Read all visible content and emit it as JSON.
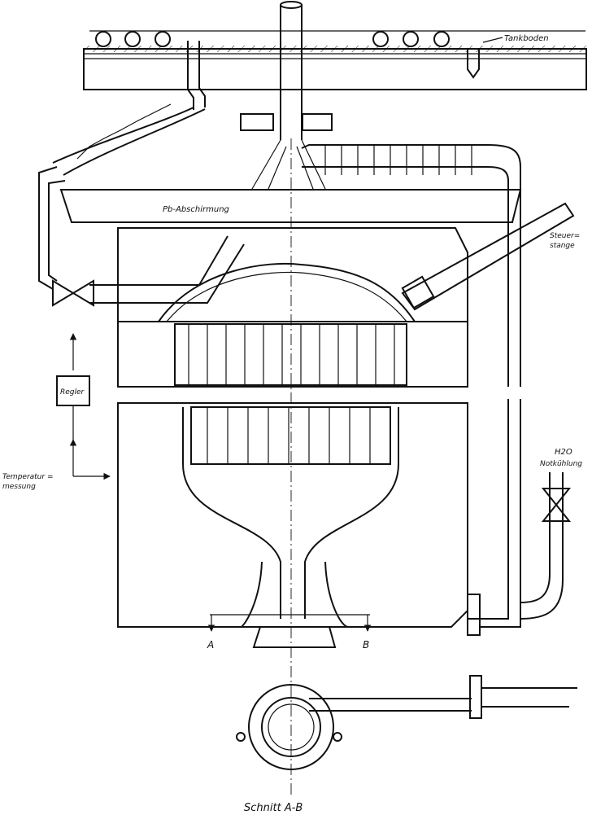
{
  "labels": {
    "tankboden": "Tankboden",
    "pb_abschirmung": "Pb-Abschirmung",
    "steuerstange_line1": "Steuer=",
    "steuerstange_line2": "stange",
    "regler": "Regler",
    "temperatur_line1": "Temperatur =",
    "temperatur_line2": "messung",
    "h2o_notkuehlung_line1": "H2O",
    "h2o_notkuehlung_line2": "Notkühlung",
    "section_a": "A",
    "section_b": "B",
    "section_caption": "Schnitt A-B"
  },
  "colors": {
    "ink": "#111111",
    "paper": "#ffffff"
  }
}
